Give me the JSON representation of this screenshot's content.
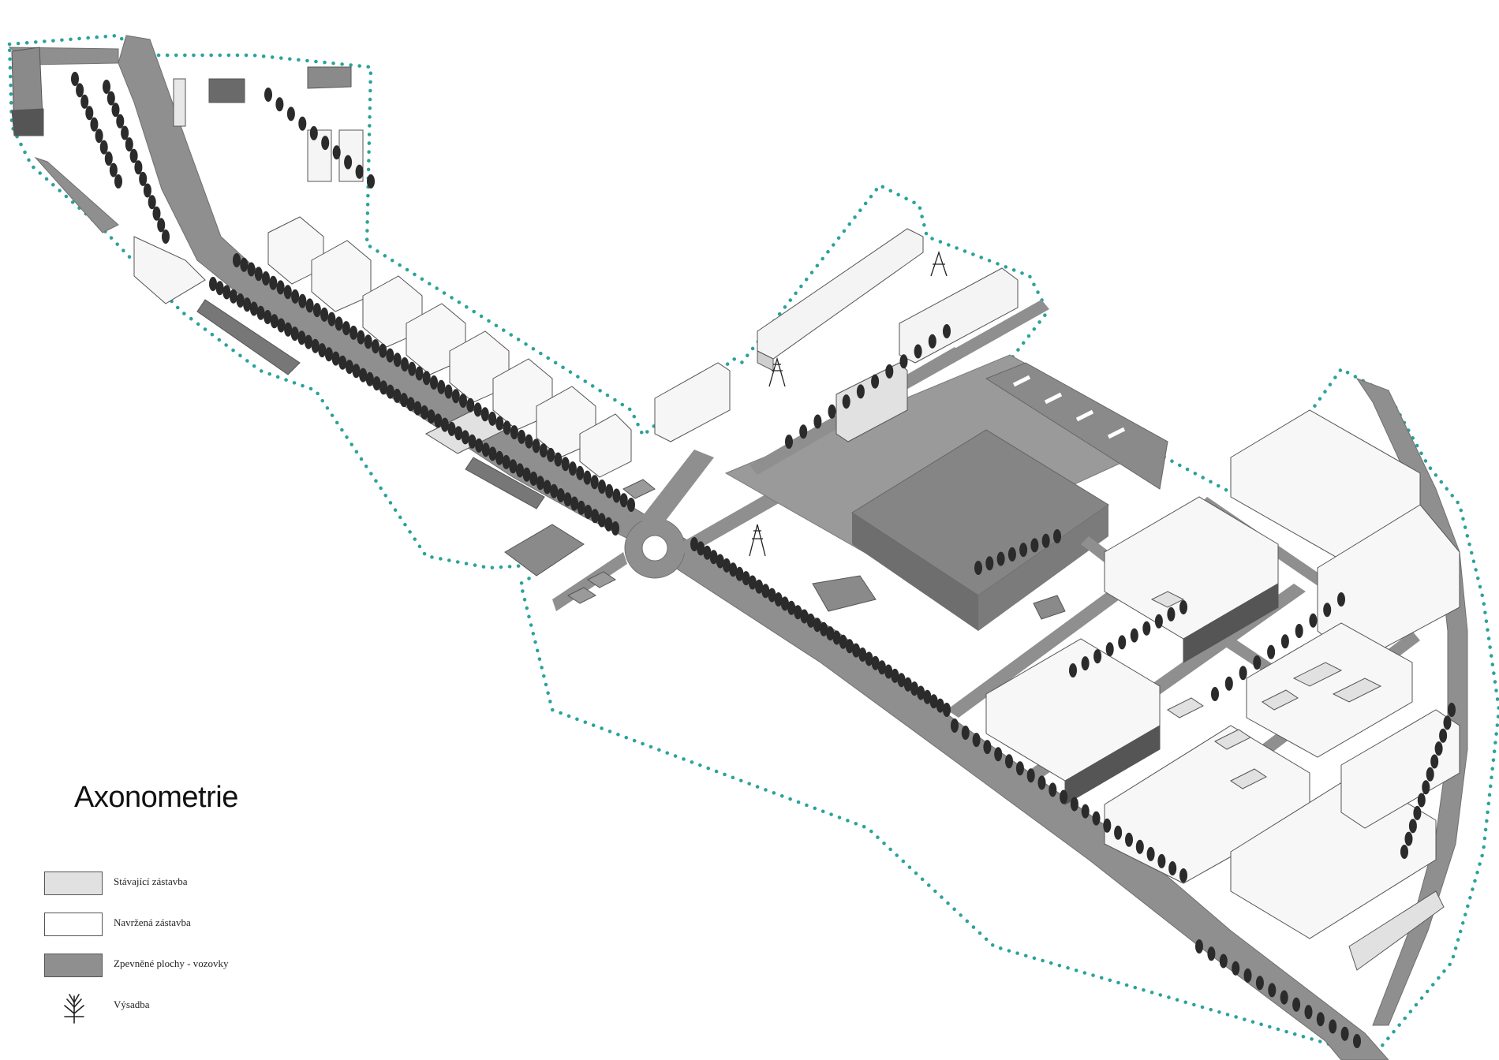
{
  "title": "Axonometrie",
  "colors": {
    "boundary": "#2aa39a",
    "existing": "#e1e1e1",
    "proposed": "#ffffff",
    "paved": "#8f8f8f",
    "tree": "#2b2b2b"
  },
  "legend": [
    {
      "label": "Stávající zástavba",
      "swatch": "existing"
    },
    {
      "label": "Navržená zástavba",
      "swatch": "proposed"
    },
    {
      "label": "Zpevněné plochy - vozovky",
      "swatch": "paved"
    },
    {
      "label": "Výsadba",
      "swatch": "tree-icon"
    }
  ]
}
